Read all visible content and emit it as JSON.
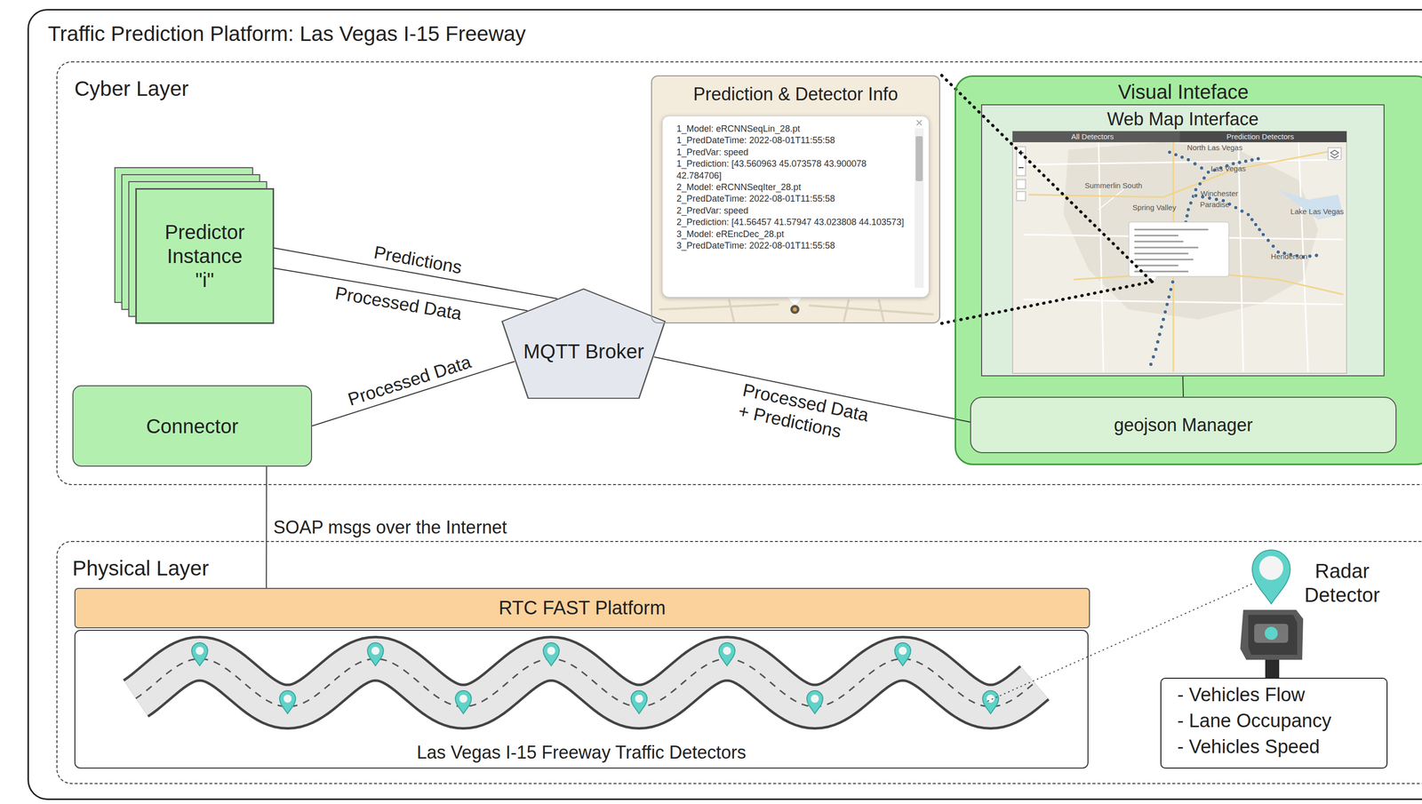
{
  "diagram": {
    "nodes": [
      {
        "text": [
          "Traffic Prediction Platform: Las Vegas I-15 Freeway"
        ]
      },
      {
        "text": [
          "Cyber Layer"
        ],
        "in": 0
      },
      {
        "text": [
          "Predictor Instance \"i\""
        ],
        "in": 1
      },
      {
        "text": [
          "Connector"
        ],
        "in": 1
      },
      {
        "text": [
          "MQTT Broker"
        ],
        "in": 1
      },
      {
        "text": [
          "Prediction & Detector Info"
        ],
        "in": 1
      },
      {
        "text": [
          "1_Model: eRCNNSeqLin_28.pt",
          "1_PredDateTime: 2022-08-01T11:55:58",
          "1_PredVar: speed",
          "1_Prediction: [43.560963 45.073578 43.900078 42.784706]",
          "2_Model: eRCNNSeqIter_28.pt",
          "2_PredDateTime: 2022-08-01T11:55:58",
          "2_PredVar: speed",
          "2_Prediction: [41.56457 41.57947 43.023808 44.103573]",
          "3_Model: eREncDec_28.pt",
          "3_PredDateTime: 2022-08-01T11:55:58"
        ],
        "in": 5
      },
      {
        "text": [
          "Visual Inteface"
        ],
        "in": 1
      },
      {
        "text": [
          "Web Map Interface"
        ],
        "in": 7
      },
      {
        "text": [
          "geojson Manager"
        ],
        "in": 7
      },
      {
        "text": [
          "Physical Layer"
        ],
        "in": 0
      },
      {
        "text": [
          "RTC FAST Platform"
        ],
        "in": 10
      },
      {
        "text": [
          "Las Vegas I-15 Freeway Traffic Detectors"
        ],
        "in": 10
      },
      {
        "text": [
          "Radar Detector",
          "- Vehicles Flow",
          "- Lane Occupancy",
          "- Vehicles Speed"
        ],
        "in": 10
      }
    ],
    "edges": [
      {
        "from": 2,
        "to": 4,
        "label": "Predictions",
        "arrow": "none"
      },
      {
        "from": 2,
        "to": 4,
        "label": "Processed Data",
        "arrow": "none"
      },
      {
        "from": 3,
        "to": 4,
        "label": "Processed Data",
        "arrow": "none"
      },
      {
        "from": 4,
        "to": 9,
        "label": "Processed Data + Predictions",
        "arrow": "none"
      },
      {
        "from": 3,
        "to": 11,
        "label": "SOAP msgs over the Internet",
        "arrow": "none"
      },
      {
        "from": 8,
        "to": 9,
        "arrow": "none"
      }
    ],
    "labels": [
      "All Detectors",
      "Prediction Detectors",
      "North Las Vegas",
      "Las Vegas",
      "Summerlin South",
      "Winchester",
      "Paradise",
      "Spring Valley",
      "Lake Las Vegas",
      "Henderson"
    ]
  }
}
